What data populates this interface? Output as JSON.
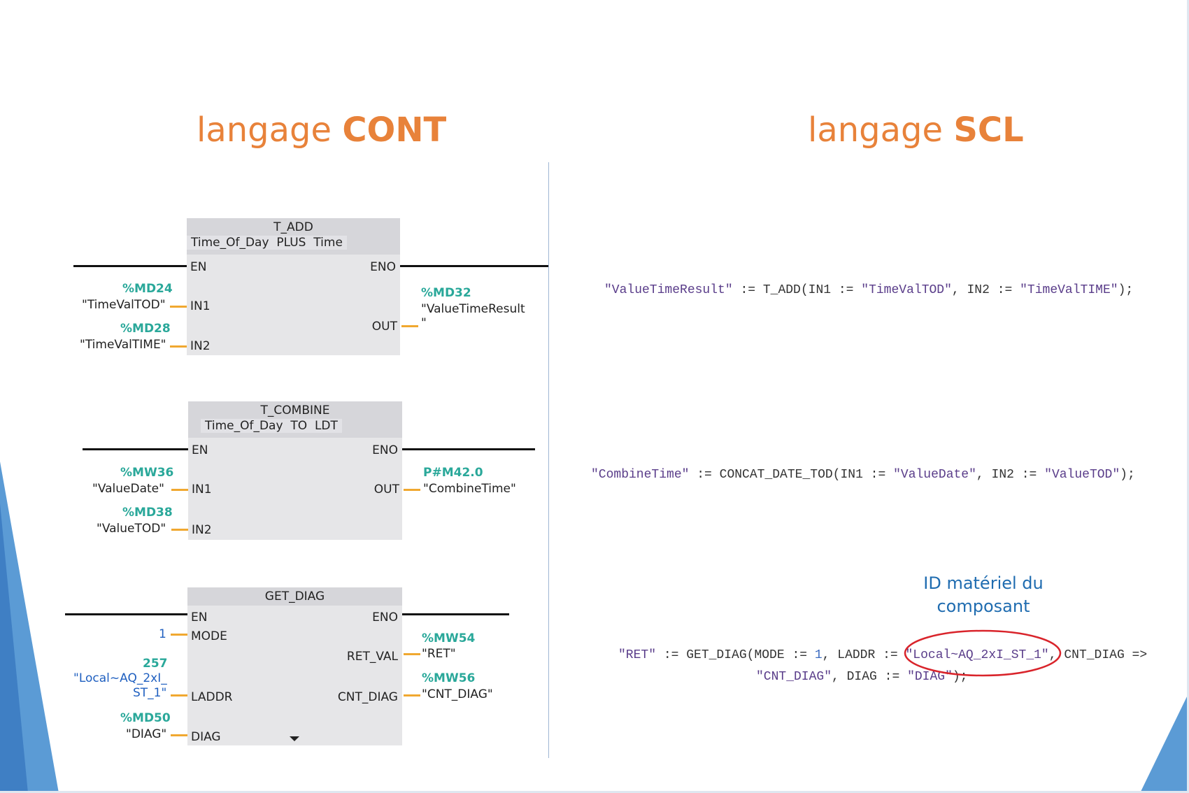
{
  "titles": {
    "cont_prefix": "langage",
    "cont_bold": "CONT",
    "scl_prefix": "langage",
    "scl_bold": "SCL"
  },
  "blocks": {
    "t_add": {
      "name": "T_ADD",
      "type1": "Time_Of_Day",
      "type2": "PLUS",
      "type3": "Time",
      "pins": {
        "en": "EN",
        "eno": "ENO",
        "in1": "IN1",
        "in2": "IN2",
        "out": "OUT"
      },
      "in1_addr": "%MD24",
      "in1_tag": "\"TimeValTOD\"",
      "in2_addr": "%MD28",
      "in2_tag": "\"TimeValTIME\"",
      "out_addr": "%MD32",
      "out_tag_l1": "\"ValueTimeResult",
      "out_tag_l2": "\""
    },
    "t_combine": {
      "name": "T_COMBINE",
      "type1": "Time_Of_Day",
      "type2": "TO",
      "type3": "LDT",
      "pins": {
        "en": "EN",
        "eno": "ENO",
        "in1": "IN1",
        "in2": "IN2",
        "out": "OUT"
      },
      "in1_addr": "%MW36",
      "in1_tag": "\"ValueDate\"",
      "in2_addr": "%MD38",
      "in2_tag": "\"ValueTOD\"",
      "out_addr": "P#M42.0",
      "out_tag": "\"CombineTime\""
    },
    "get_diag": {
      "name": "GET_DIAG",
      "pins": {
        "en": "EN",
        "eno": "ENO",
        "mode": "MODE",
        "laddr": "LADDR",
        "diag": "DIAG",
        "ret_val": "RET_VAL",
        "cnt_diag": "CNT_DIAG"
      },
      "mode_val": "1",
      "laddr_num": "257",
      "laddr_tag_l1": "\"Local~AQ_2xI_",
      "laddr_tag_l2": "ST_1\"",
      "diag_addr": "%MD50",
      "diag_tag": "\"DIAG\"",
      "ret_addr": "%MW54",
      "ret_tag": "\"RET\"",
      "cnt_addr": "%MW56",
      "cnt_tag": "\"CNT_DIAG\"",
      "expand_icon": "chevron-down-icon"
    }
  },
  "scl": {
    "line1": {
      "a": "\"ValueTimeResult\"",
      "b": " := T_ADD(IN1 := ",
      "c": "\"TimeValTOD\"",
      "d": ", IN2 := ",
      "e": "\"TimeValTIME\"",
      "f": ");"
    },
    "line2": {
      "a": "\"CombineTime\"",
      "b": " := CONCAT_DATE_TOD(IN1 := ",
      "c": "\"ValueDate\"",
      "d": ", IN2 := ",
      "e": "\"ValueTOD\"",
      "f": ");"
    },
    "line3": {
      "a": "\"RET\"",
      "b": " := GET_DIAG(MODE := ",
      "n": "1",
      "c": ", LADDR := ",
      "d": "\"Local~AQ_2xI_ST_1\"",
      "e": ", CNT_DIAG =>"
    },
    "line4": {
      "a": "\"CNT_DIAG\"",
      "b": ", DIAG := ",
      "c": "\"DIAG\"",
      "d": ");"
    }
  },
  "annotation": {
    "line1": "ID matériel du",
    "line2": "composant",
    "circle_color": "#d9242b"
  },
  "colors": {
    "title": "#e8823a",
    "address": "#2aa89a",
    "wire": "#f0a830",
    "annotation": "#1f6cb0",
    "decor_blue": "#5b9bd5"
  }
}
